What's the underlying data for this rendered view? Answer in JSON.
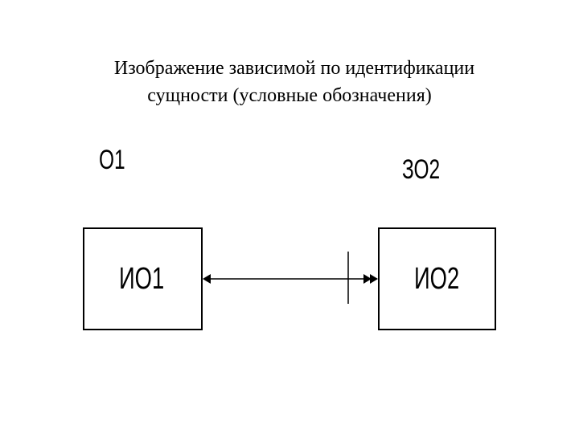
{
  "title": {
    "line1": "Изображение зависимой по идентификации",
    "line2": "сущности (условные обозначения)"
  },
  "labels": {
    "o1": "О1",
    "zo2": "ЗО2"
  },
  "entities": {
    "entity1": "ИО1",
    "entity2": "ИО2"
  }
}
